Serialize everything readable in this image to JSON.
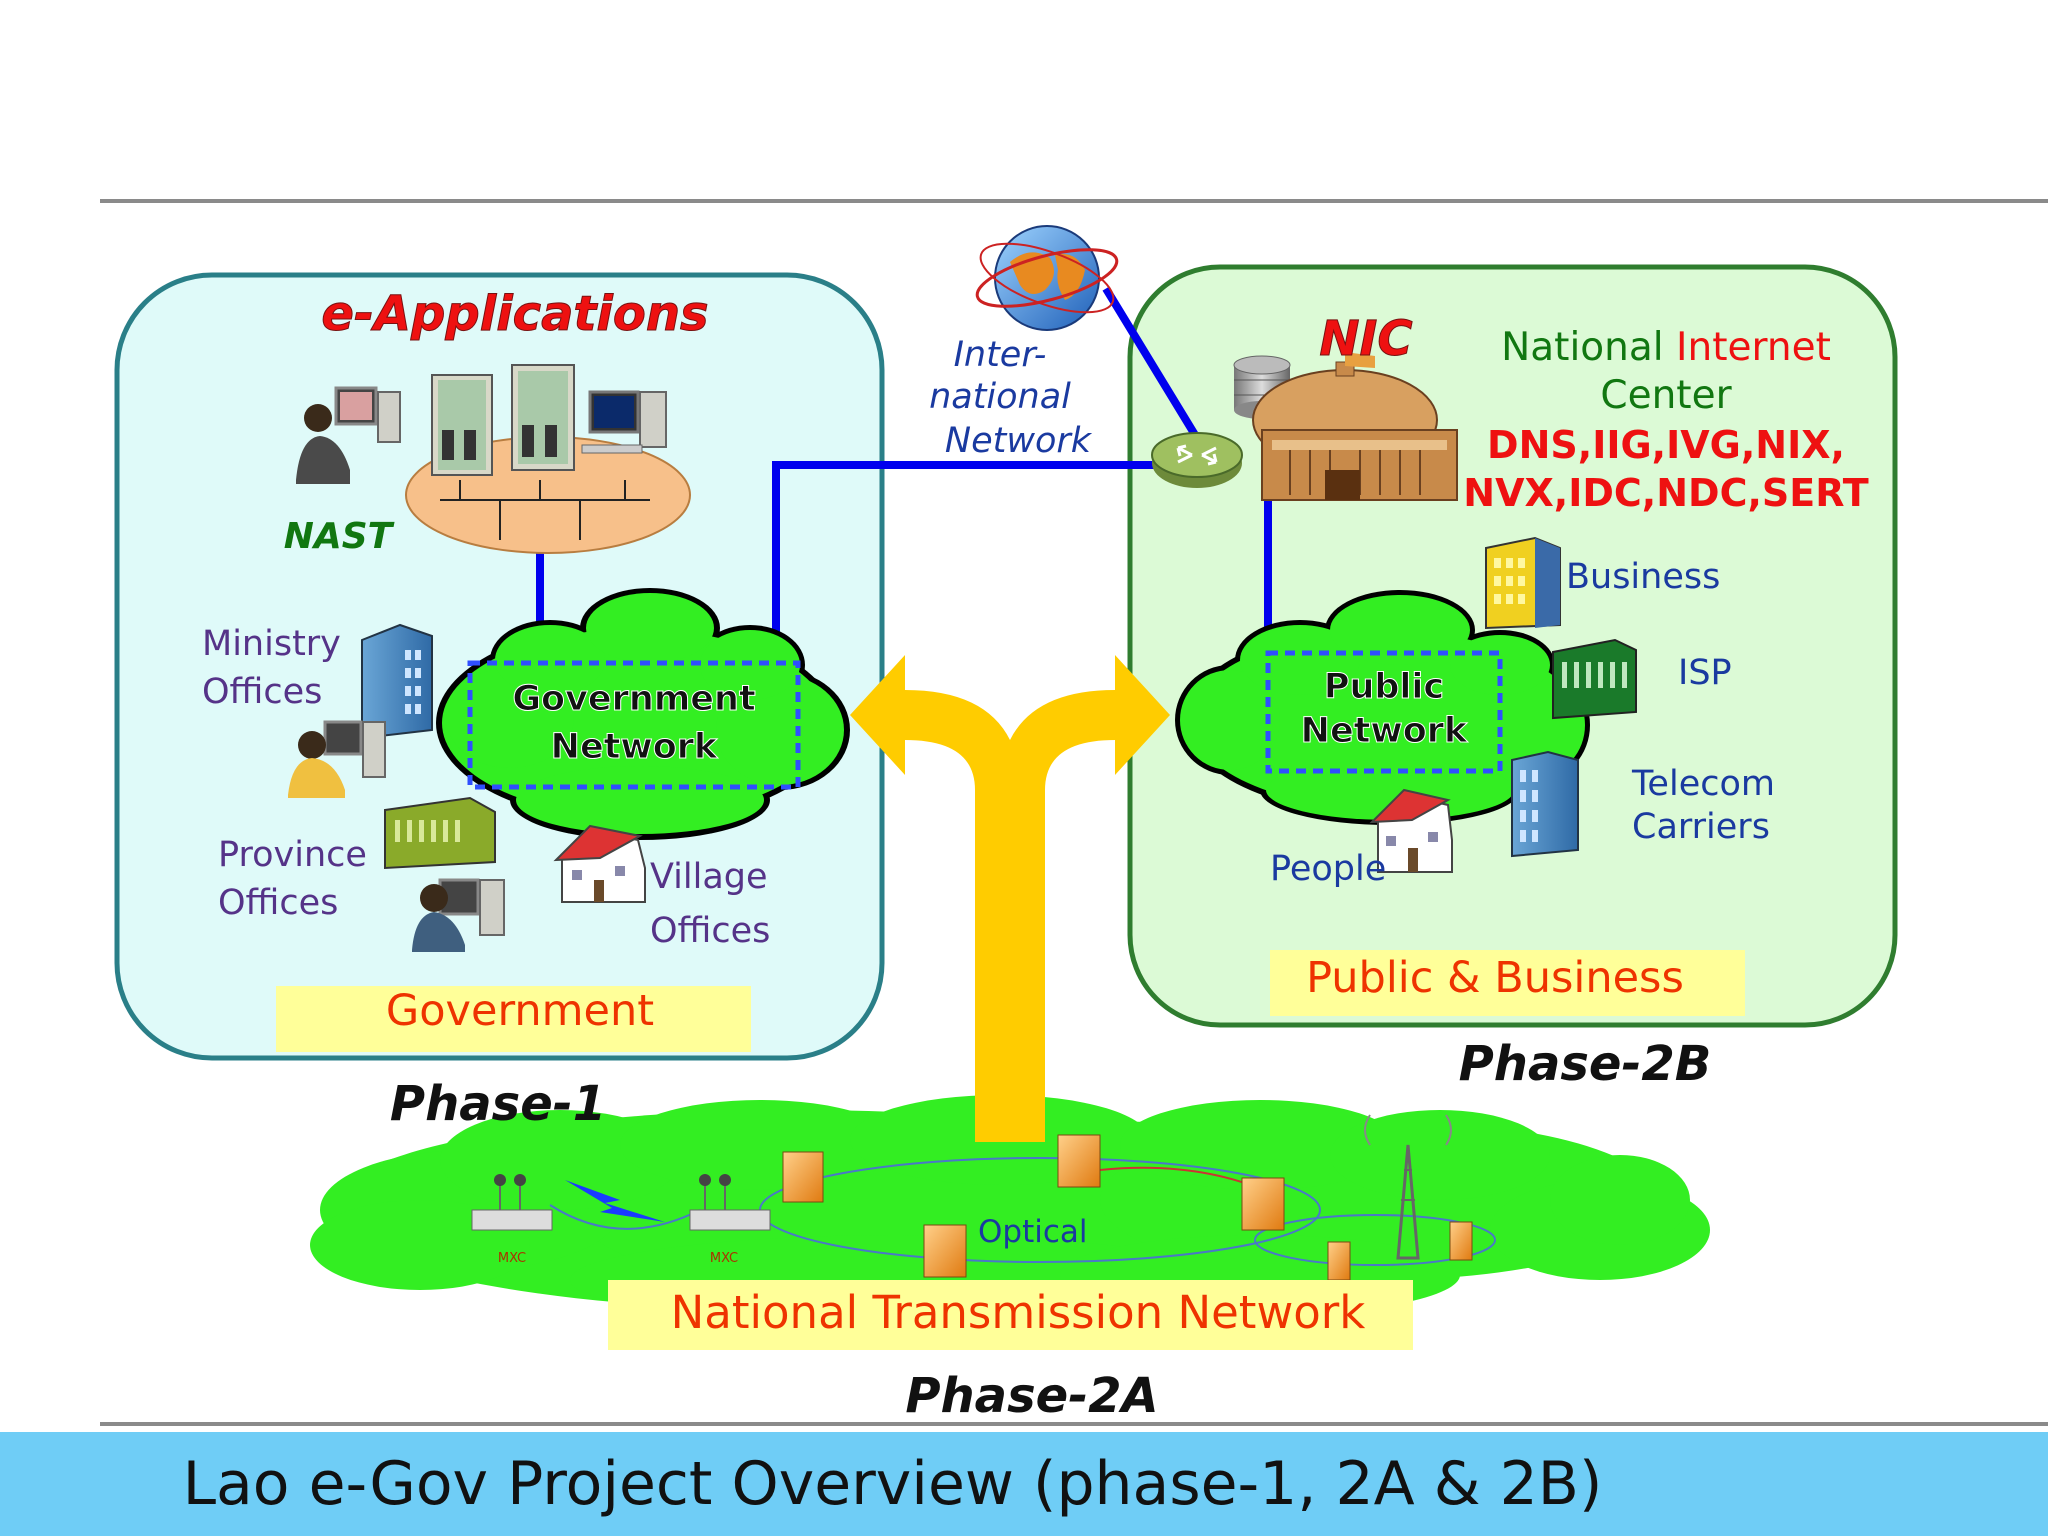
{
  "slide_title": "Lao e-Gov Project Overview (phase-1, 2A & 2B)",
  "government_panel": {
    "heading": "e-Applications",
    "nast_label": "NAST",
    "ministry_line1": "Ministry",
    "ministry_line2": "Offices",
    "province_line1": "Province",
    "province_line2": "Offices",
    "village_line1": "Village",
    "village_line2": "Offices",
    "network_line1": "Government",
    "network_line2": "Network",
    "box_label": "Government",
    "phase_label": "Phase-1"
  },
  "international": {
    "line1": "Inter-",
    "line2": "national",
    "line3": "Network"
  },
  "public_panel": {
    "nic_label": "NIC",
    "center_line1_a": "National ",
    "center_line1_b": "Internet",
    "center_line2": "Center",
    "services_line1": "DNS,IIG,IVG,NIX,",
    "services_line2": "NVX,IDC,NDC,SERT",
    "business_label": "Business",
    "isp_label": "ISP",
    "telecom_line1": "Telecom",
    "telecom_line2": "Carriers",
    "people_label": "People",
    "network_line1": "Public",
    "network_line2": "Network",
    "box_label": "Public & Business",
    "phase_label": "Phase-2B"
  },
  "transmission": {
    "mxc_label_1": "MXC",
    "mxc_label_2": "MXC",
    "optical_label": "Optical",
    "box_label": "National Transmission Network",
    "phase_label": "Phase-2A"
  },
  "colors": {
    "gov_panel_fill": "#dffaf9",
    "gov_panel_border": "#2a7f88",
    "public_panel_fill": "#dcfad6",
    "public_panel_border": "#2f7d2f",
    "cloud_green": "#33ee22",
    "link_blue": "#0000ee",
    "arrow_yellow": "#ffcc00",
    "label_box_yellow": "#ffff99",
    "label_red": "#ee2200",
    "footer_blue": "#6fcdf6"
  },
  "icons": [
    "globe-icon",
    "router-icon",
    "server-icon",
    "database-icon",
    "building-icon",
    "house-icon",
    "workstation-icon",
    "person-icon",
    "antenna-tower-icon",
    "lightning-icon"
  ]
}
